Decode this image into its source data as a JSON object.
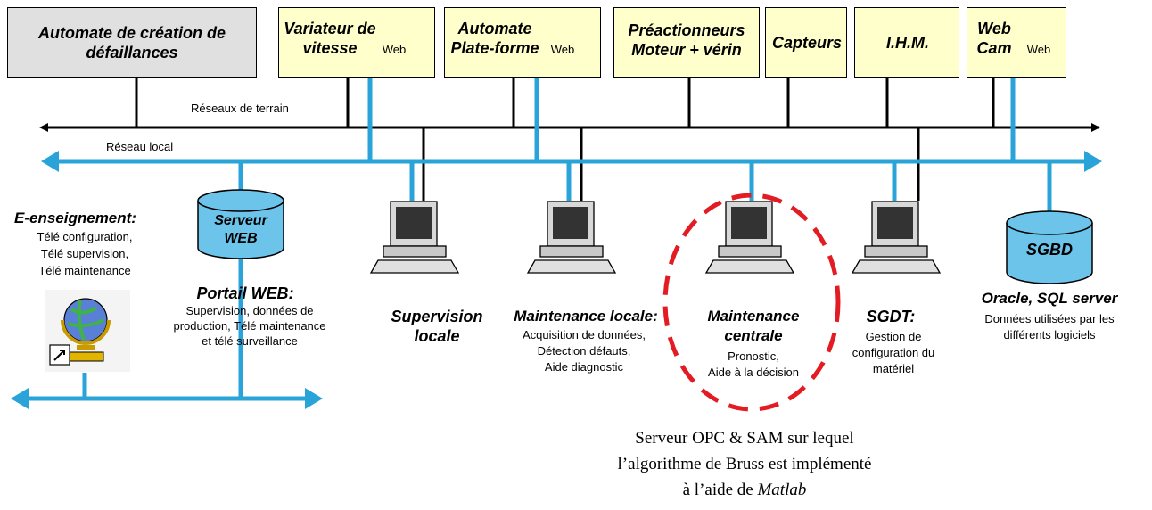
{
  "boxes": {
    "automate_creation": "Automate de création de défaillances",
    "variateur": "Variateur de vitesse",
    "automate_plateforme": "Automate Plate-forme",
    "preactionneurs": "Préactionneurs Moteur + vérin",
    "capteurs": "Capteurs",
    "ihm": "I.H.M.",
    "webcam": "Web Cam"
  },
  "web_label": "Web",
  "networks": {
    "terrain": "Réseaux de terrain",
    "local": "Réseau local"
  },
  "elearning": {
    "title": "E-enseignement:",
    "lines": [
      "Télé configuration,",
      "Télé supervision,",
      "Télé maintenance"
    ]
  },
  "serveur_web": {
    "db_label": "Serveur WEB",
    "title": "Portail WEB:",
    "lines": [
      "Supervision, données de",
      "production, Télé maintenance",
      "et télé surveillance"
    ]
  },
  "supervision": {
    "title": "Supervision locale"
  },
  "maint_locale": {
    "title": "Maintenance locale:",
    "lines": [
      "Acquisition de données,",
      "Détection défauts,",
      "Aide diagnostic"
    ]
  },
  "maint_centrale": {
    "title": "Maintenance centrale",
    "lines": [
      "Pronostic,",
      "Aide à la décision"
    ]
  },
  "sgdt": {
    "title": "SGDT:",
    "lines": [
      "Gestion de",
      "configuration du",
      "matériel"
    ]
  },
  "sgbd": {
    "db_label": "SGBD",
    "title": "Oracle, SQL server",
    "lines": [
      "Données utilisées par les",
      "différents logiciels"
    ]
  },
  "caption": {
    "line1": "Serveur OPC & SAM sur lequel",
    "line2": "l’algorithme de Bruss est implémenté",
    "line3_prefix": "à l’aide de",
    "line3_italic": "Matlab"
  },
  "colors": {
    "blue": "#29a3d8",
    "red": "#e31b23",
    "box": "#ffffcc",
    "box_grey": "#e0e0e0"
  }
}
